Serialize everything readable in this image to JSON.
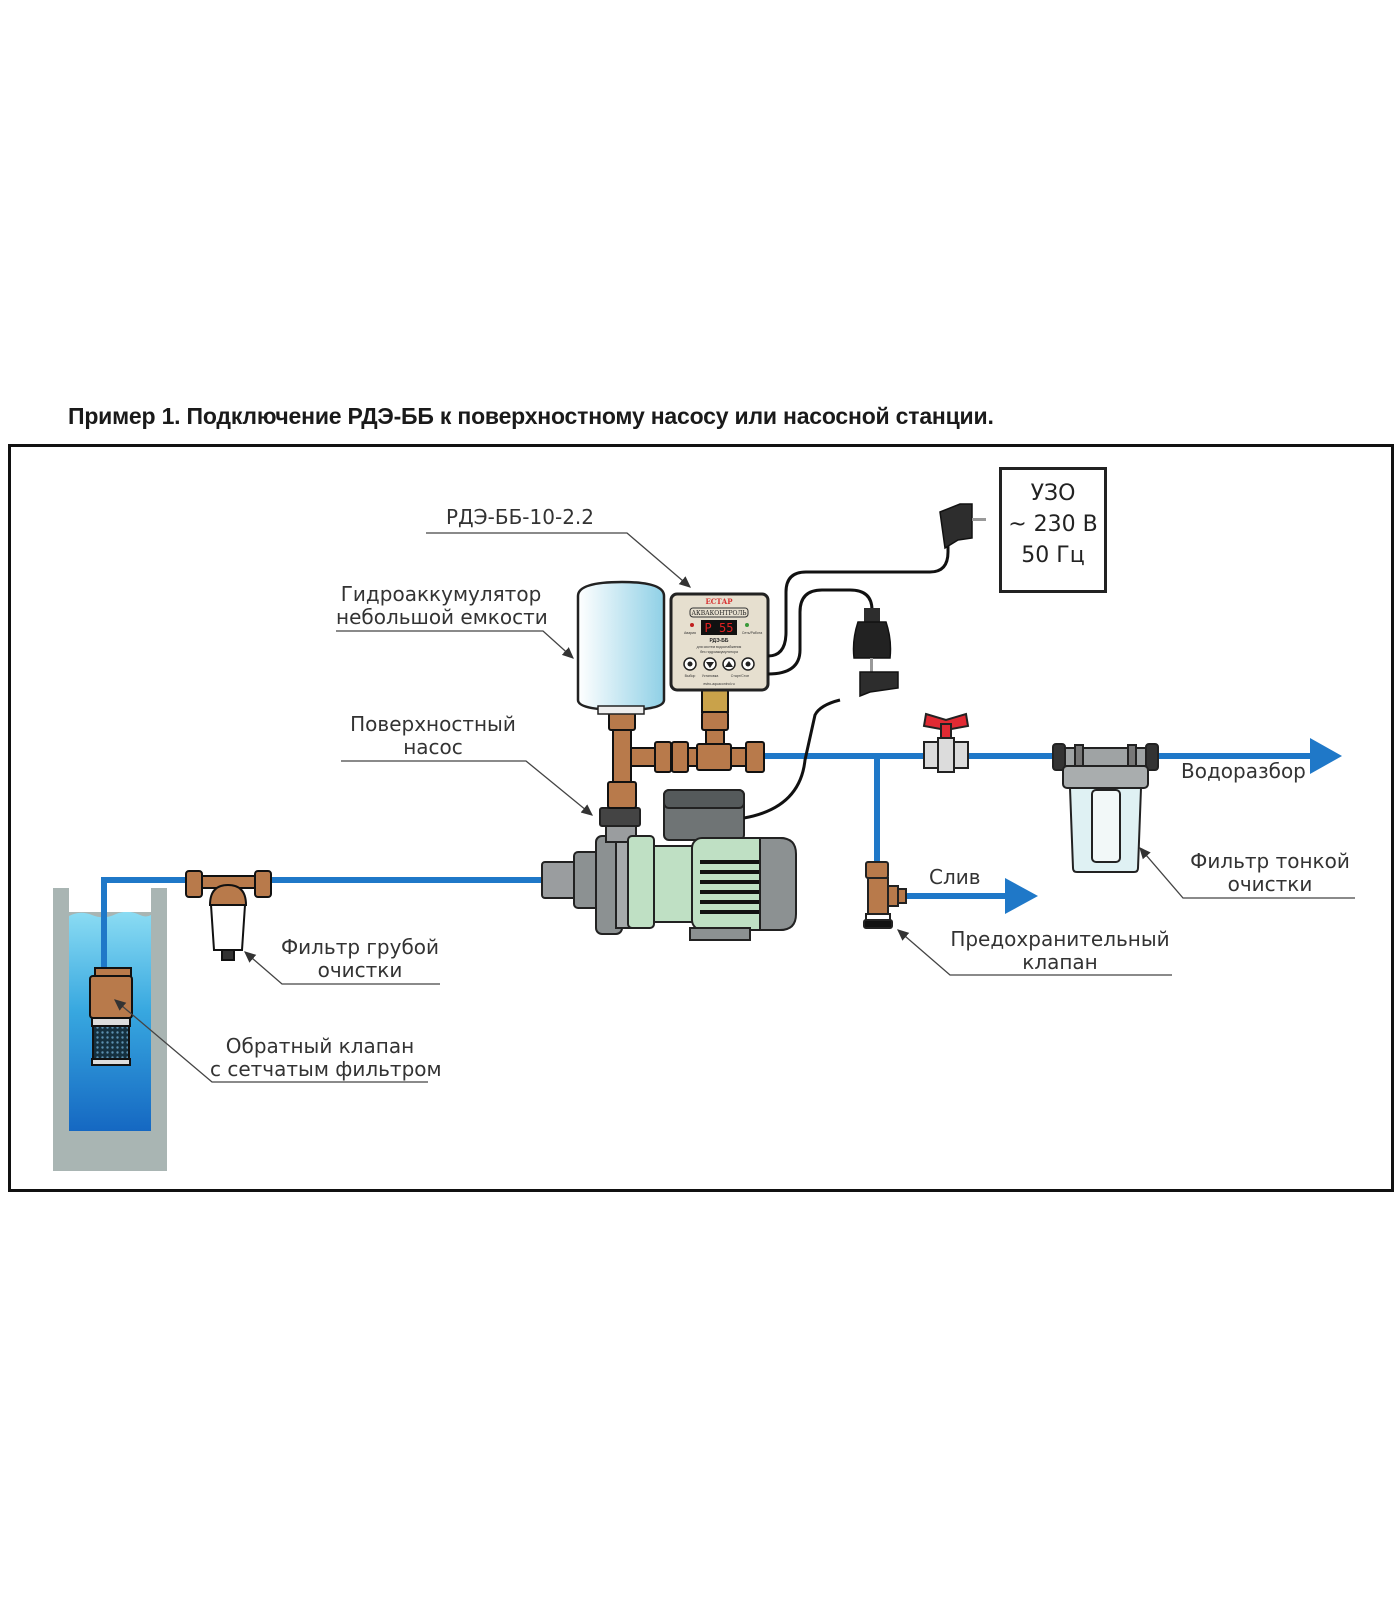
{
  "title": "Пример 1. Подключение РДЭ-ББ к поверхностному насосу или насосной станции.",
  "colors": {
    "pipe": "#1f78c8",
    "brass": "#b87a4b",
    "pump_body": "#8c9192",
    "pump_motor": "#bfe0c4",
    "well_wall": "#a9b5b3",
    "water_top": "#7fd3ef",
    "water_bottom": "#1a73c9",
    "valve_handle": "#e12a33",
    "frame": "#111111"
  },
  "rcd": {
    "line1": "УЗО",
    "line2": "~ 230 В",
    "line3": "50 Гц"
  },
  "device": {
    "brand": "ЕСТАР",
    "series": "АКВАКОНТРОЛЬ",
    "display": "P 55",
    "led_left": "Авария",
    "led_right": "Сеть/Работа",
    "model": "РДЭ-ББ",
    "desc1": "для систем водоснабжения",
    "desc2": "без гидроаккумулятора",
    "btn1": "Выбор",
    "btn2": "Установка",
    "btn3": "Старт/Стоп",
    "url": "estro-aquacontrol.ru"
  },
  "labels": {
    "controller": "РДЭ-ББ-10-2.2",
    "accumulator_1": "Гидроаккумулятор",
    "accumulator_2": "небольшой емкости",
    "pump_1": "Поверхностный",
    "pump_2": "насос",
    "outlet": "Водоразбор",
    "drain": "Слив",
    "fine_filter_1": "Фильтр тонкой",
    "fine_filter_2": "очистки",
    "safety_valve_1": "Предохранительный",
    "safety_valve_2": "клапан",
    "coarse_filter_1": "Фильтр грубой",
    "coarse_filter_2": "очистки",
    "check_valve_1": "Обратный клапан",
    "check_valve_2": "с сетчатым фильтром"
  }
}
